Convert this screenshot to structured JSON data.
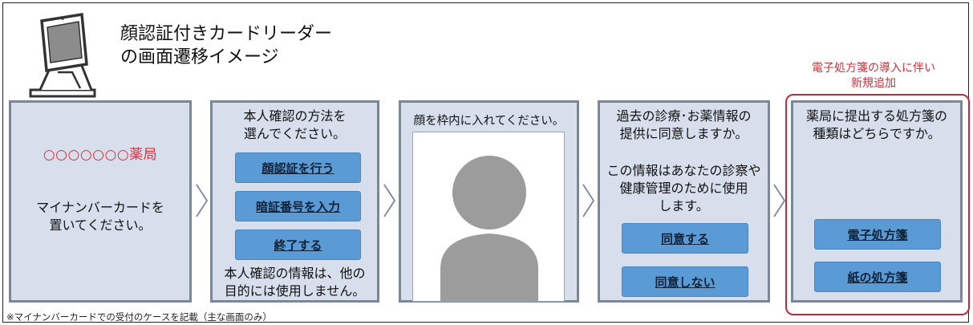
{
  "title": {
    "line1": "顔認証付きカードリーダー",
    "line2": "の画面遷移イメージ"
  },
  "new_note": {
    "line1": "電子処方箋の導入に伴い",
    "line2": "新規追加"
  },
  "screens": {
    "s1": {
      "pharmacy_name": "○○○○○○○薬局",
      "instruction_line1": "マイナンバーカードを",
      "instruction_line2": "置いてください。"
    },
    "s2": {
      "heading_line1": "本人確認の方法を",
      "heading_line2": "選んでください。",
      "button_face": "顔認証を行う",
      "button_pin": "暗証番号を入力",
      "button_exit": "終了する",
      "note_line1": "本人確認の情報は、他の",
      "note_line2": "目的には使用しません。"
    },
    "s3": {
      "heading": "顔を枠内に入れてください。"
    },
    "s4": {
      "heading_line1": "過去の診療･お薬情報の",
      "heading_line2": "提供に同意しますか。",
      "body_line1": "この情報はあなたの診察や",
      "body_line2": "健康管理のために使用",
      "body_line3": "します。",
      "button_agree": "同意する",
      "button_disagree": "同意しない"
    },
    "s5": {
      "heading_line1": "薬局に提出する処方箋の",
      "heading_line2": "種類はどちらですか。",
      "button_electronic": "電子処方箋",
      "button_paper": "紙の処方箋"
    }
  },
  "footnote": "※マイナンバーカードでの受付のケースを記載（主な画面のみ）",
  "colors": {
    "screen_bg": "#d6dfeb",
    "screen_border": "#7a8797",
    "button": "#5b9bd5",
    "highlight_red": "#c62839"
  }
}
